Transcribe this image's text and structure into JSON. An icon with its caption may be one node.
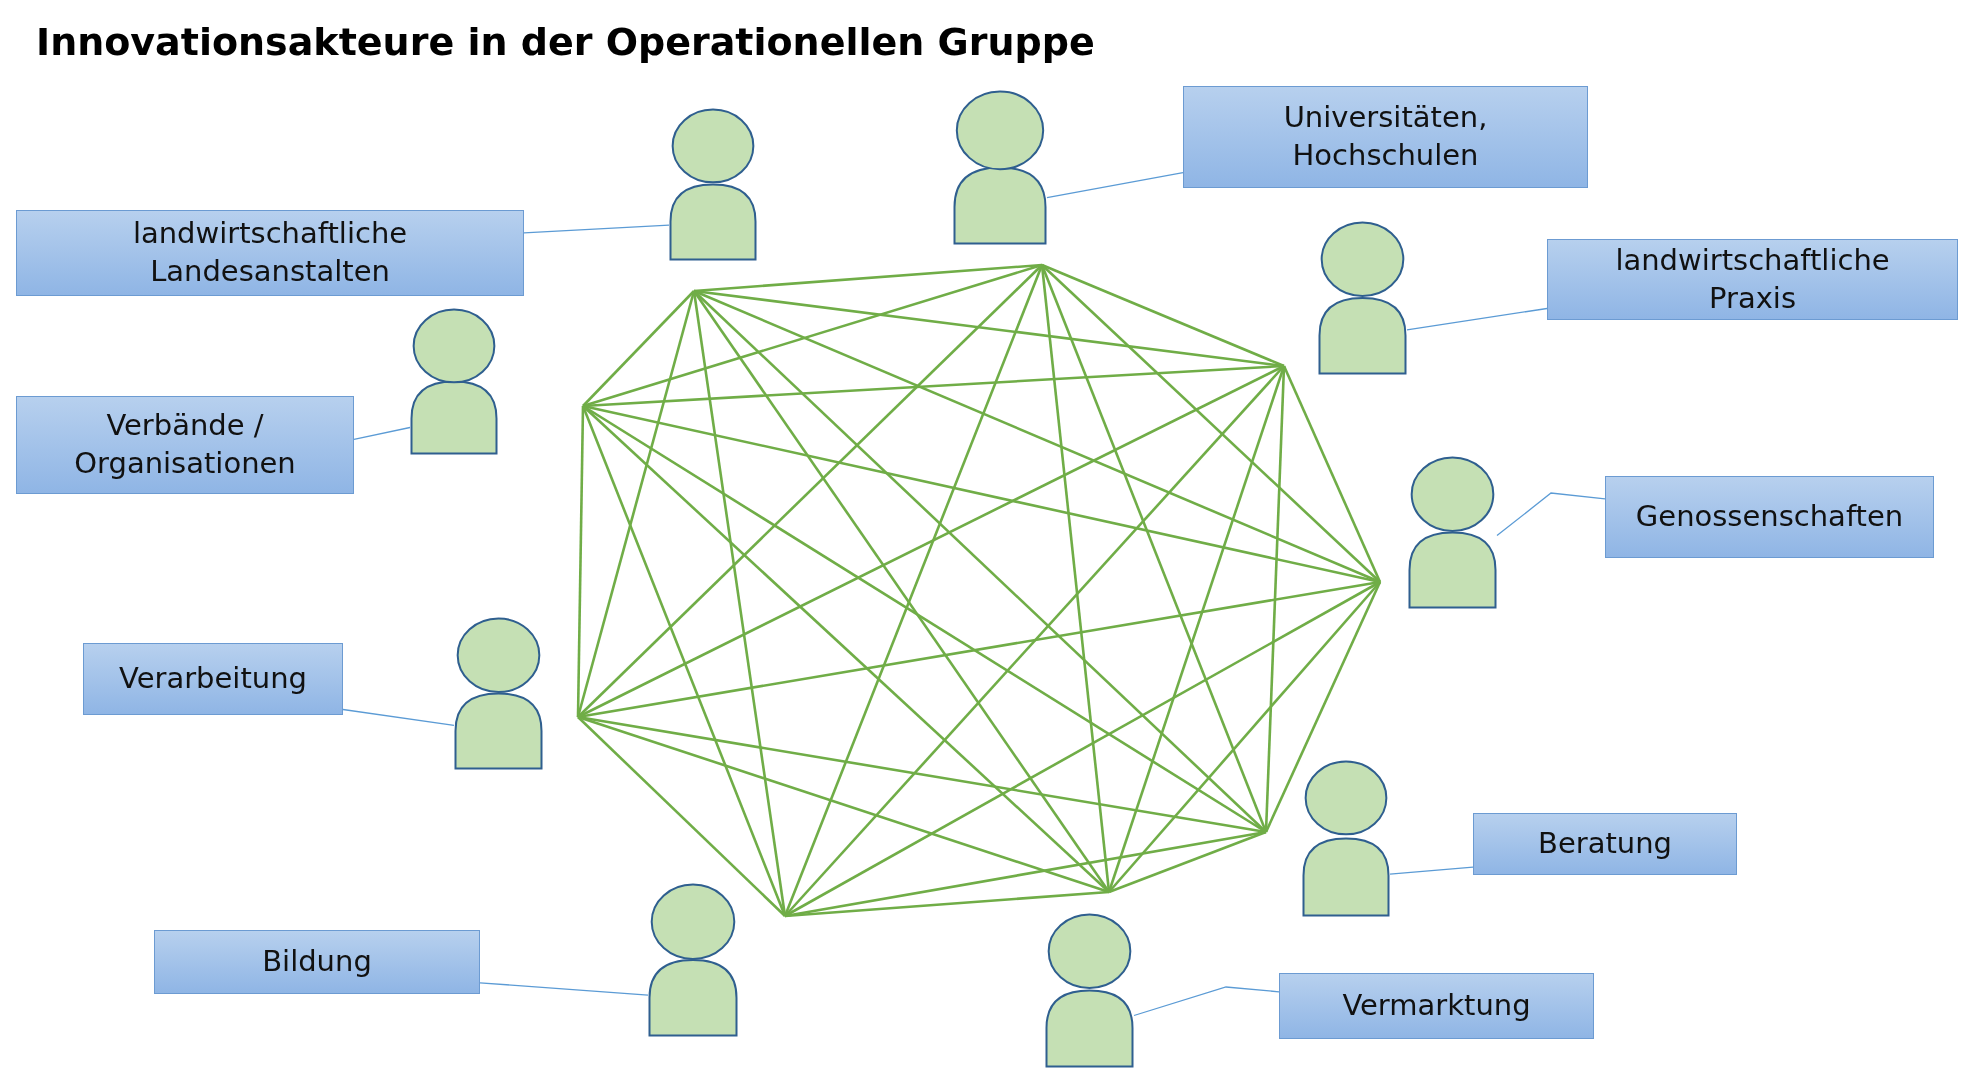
{
  "diagram": {
    "title": "Innovationsakteure in der Operationellen Gruppe",
    "nodes": [
      {
        "text": [
          "landwirtschaftliche Landesanstalten"
        ]
      },
      {
        "text": [],
        "shape": "person"
      },
      {
        "text": [
          "Universitäten, Hochschulen"
        ]
      },
      {
        "text": [],
        "shape": "person"
      },
      {
        "text": [
          "landwirtschaftliche Praxis"
        ]
      },
      {
        "text": [],
        "shape": "person"
      },
      {
        "text": [
          "Verbände / Organisationen"
        ]
      },
      {
        "text": [],
        "shape": "person"
      },
      {
        "text": [
          "Genossenschaften"
        ]
      },
      {
        "text": [],
        "shape": "person"
      },
      {
        "text": [
          "Verarbeitung"
        ]
      },
      {
        "text": [],
        "shape": "person"
      },
      {
        "text": [
          "Beratung"
        ]
      },
      {
        "text": [],
        "shape": "person"
      },
      {
        "text": [
          "Bildung"
        ]
      },
      {
        "text": [],
        "shape": "person"
      },
      {
        "text": [
          "Vermarktung"
        ]
      },
      {
        "text": [],
        "shape": "person"
      }
    ],
    "edges": [
      {
        "from": 0,
        "to": 1,
        "arrow": "none"
      },
      {
        "from": 2,
        "to": 3,
        "arrow": "none"
      },
      {
        "from": 4,
        "to": 5,
        "arrow": "none"
      },
      {
        "from": 6,
        "to": 7,
        "arrow": "none"
      },
      {
        "from": 8,
        "to": 9,
        "arrow": "none"
      },
      {
        "from": 10,
        "to": 11,
        "arrow": "none"
      },
      {
        "from": 12,
        "to": 13,
        "arrow": "none"
      },
      {
        "from": 14,
        "to": 15,
        "arrow": "none"
      },
      {
        "from": 16,
        "to": 17,
        "arrow": "none"
      }
    ]
  }
}
